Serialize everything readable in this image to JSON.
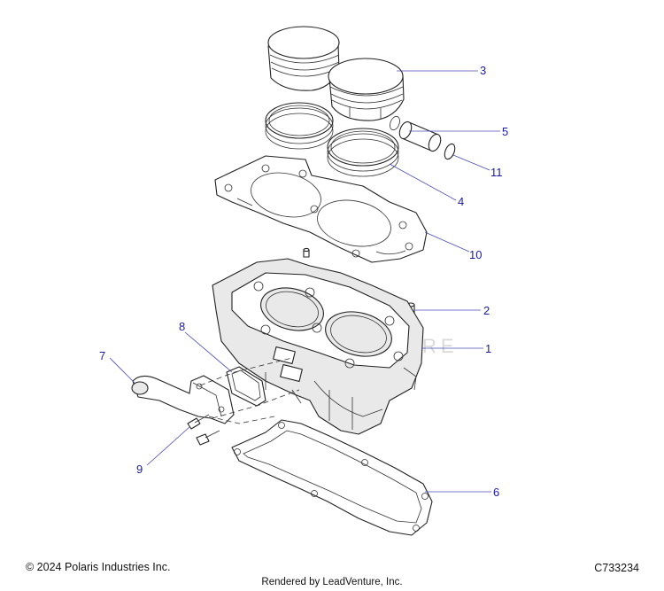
{
  "callouts": [
    {
      "label": "1"
    },
    {
      "label": "2"
    },
    {
      "label": "3"
    },
    {
      "label": "4"
    },
    {
      "label": "5"
    },
    {
      "label": "6"
    },
    {
      "label": "7"
    },
    {
      "label": "8"
    },
    {
      "label": "9"
    },
    {
      "label": "10"
    },
    {
      "label": "11"
    }
  ],
  "watermark": "LEADVENTURE",
  "footer": {
    "copyright": "© 2024 Polaris Industries Inc.",
    "code": "C733234",
    "rendered_by": "Rendered by LeadVenture, Inc."
  },
  "colors": {
    "callout_text": "#1a1aa8",
    "leader_line": "#4a4ab8",
    "part_outline": "#222222"
  }
}
